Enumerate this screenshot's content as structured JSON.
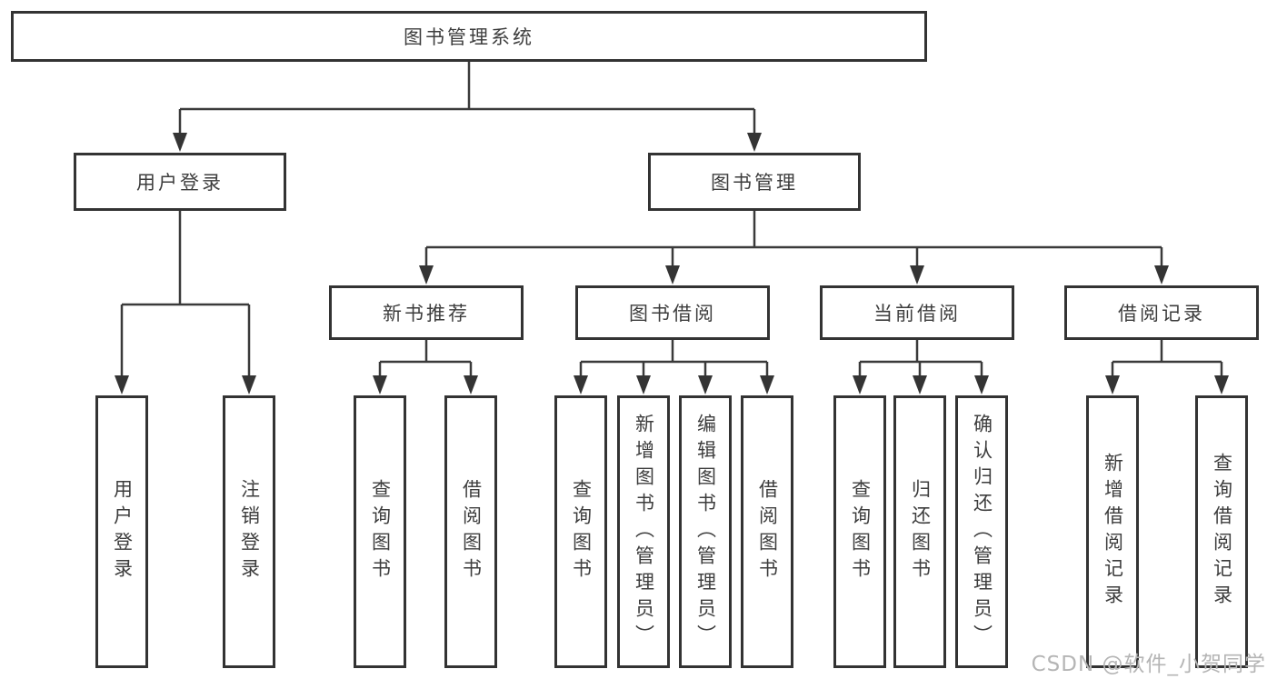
{
  "diagram": {
    "type": "hierarchy-tree",
    "root": {
      "label": "图书管理系统"
    },
    "level2": [
      {
        "label": "用户登录"
      },
      {
        "label": "图书管理"
      }
    ],
    "level3": [
      {
        "label": "新书推荐",
        "parent": "图书管理"
      },
      {
        "label": "图书借阅",
        "parent": "图书管理"
      },
      {
        "label": "当前借阅",
        "parent": "图书管理"
      },
      {
        "label": "借阅记录",
        "parent": "图书管理"
      }
    ],
    "leaves": [
      {
        "label": "用户登录",
        "parent": "用户登录"
      },
      {
        "label": "注销登录",
        "parent": "用户登录"
      },
      {
        "label": "查询图书",
        "parent": "新书推荐"
      },
      {
        "label": "借阅图书",
        "parent": "新书推荐"
      },
      {
        "label": "查询图书",
        "parent": "图书借阅"
      },
      {
        "label": "新增图书（管理员）",
        "parent": "图书借阅"
      },
      {
        "label": "编辑图书（管理员）",
        "parent": "图书借阅"
      },
      {
        "label": "借阅图书",
        "parent": "图书借阅"
      },
      {
        "label": "查询图书",
        "parent": "当前借阅"
      },
      {
        "label": "归还图书",
        "parent": "当前借阅"
      },
      {
        "label": "确认归还（管理员）",
        "parent": "当前借阅"
      },
      {
        "label": "新增借阅记录",
        "parent": "借阅记录"
      },
      {
        "label": "查询借阅记录",
        "parent": "借阅记录"
      }
    ]
  },
  "colors": {
    "border": "#333333",
    "line": "#3a3a3a",
    "arrow": "#343434",
    "text": "#3d3d3d",
    "watermark": "#b5b5b5",
    "background": "#ffffff"
  },
  "watermark": {
    "text": "CSDN @软件_小贺同学"
  }
}
